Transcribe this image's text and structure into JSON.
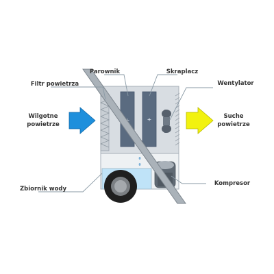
{
  "labels": {
    "evaporator": "Parownik",
    "condenser": "Skraplacz",
    "air_filter": "Filtr powietrza",
    "fan": "Wentylator",
    "humid_air_line1": "Wilgotne",
    "humid_air_line2": "powietrze",
    "dry_air_line1": "Suche",
    "dry_air_line2": "powietrze",
    "water_tank": "Zbiornik wody",
    "compressor": "Kompresor"
  },
  "symbols": {
    "evaporator": "÷",
    "condenser": "+"
  },
  "colors": {
    "humid_air_arrow": "#1e8fdc",
    "dry_air_arrow": "#f2f20f",
    "coil": "#5a6b80",
    "water": "#bfe3f8",
    "housing": "#d8dde2",
    "label_text": "#333333"
  },
  "icons": [
    "fan-icon",
    "water-drop-icon",
    "wheel-icon"
  ]
}
